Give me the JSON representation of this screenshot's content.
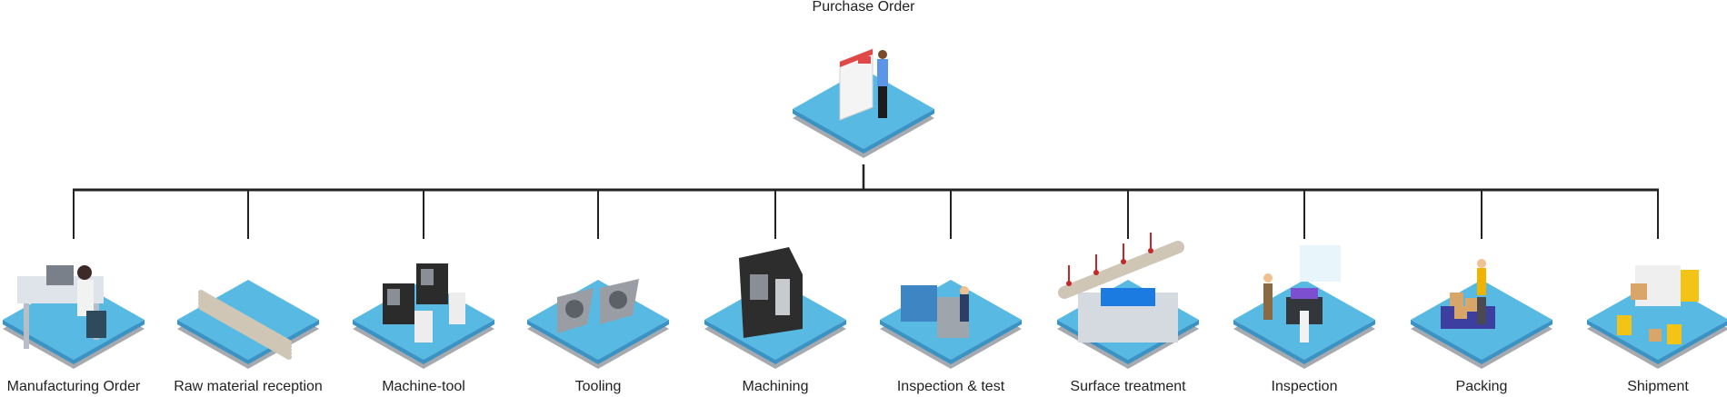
{
  "root": {
    "label": "Purchase Order",
    "icon": "person-reviewing-order-icon"
  },
  "steps": [
    {
      "label": "Manufacturing Order",
      "icon": "office-desk-worker-icon"
    },
    {
      "label": "Raw material reception",
      "icon": "metal-bars-icon"
    },
    {
      "label": "Machine-tool",
      "icon": "cnc-machines-icon"
    },
    {
      "label": "Tooling",
      "icon": "cutting-inserts-icon"
    },
    {
      "label": "Machining",
      "icon": "machining-center-icon"
    },
    {
      "label": "Inspection & test",
      "icon": "xray-scanner-icon"
    },
    {
      "label": "Surface treatment",
      "icon": "treatment-bath-crane-icon"
    },
    {
      "label": "Inspection",
      "icon": "inspectors-control-panel-icon"
    },
    {
      "label": "Packing",
      "icon": "packing-worker-boxes-icon"
    },
    {
      "label": "Shipment",
      "icon": "truck-forklift-icon"
    }
  ],
  "colors": {
    "platform_top": "#58b9e2",
    "platform_side": "#3a93c4",
    "platform_shadow": "#a6a9ad",
    "connector": "#222222"
  }
}
